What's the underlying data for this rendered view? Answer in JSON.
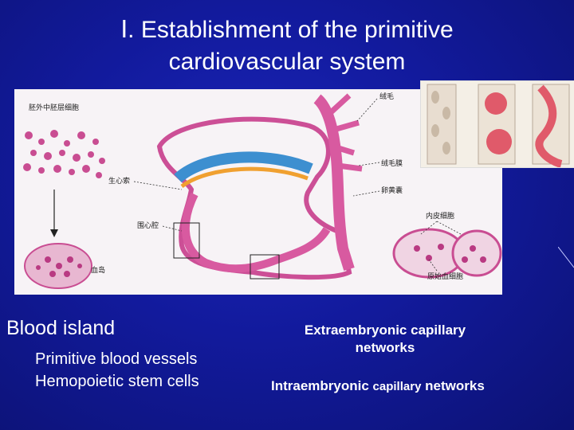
{
  "slide": {
    "title_line1": "Ⅰ. Establishment of the primitive",
    "title_line2": "cardiovascular system"
  },
  "figure": {
    "labels": {
      "extraembryonic_mesoderm_cells": "胚外中胚层细胞",
      "cardiogenic_cord": "生心索",
      "pericardial_cavity": "围心腔",
      "blood_island": "血岛",
      "villi": "绒毛",
      "chorion": "绒毛膜",
      "yolk_sac": "卵黄囊",
      "endothelial_cells": "内皮细胞",
      "primitive_blood_cells": "原始血细胞"
    }
  },
  "text": {
    "blood_island": "Blood island",
    "primitive_vessels": "Primitive blood vessels",
    "stem_cells": "Hemopoietic stem cells",
    "extra_line1": "Extraembryonic capillary",
    "extra_line2": "networks",
    "intra_a": "Intraembryonic ",
    "intra_b": "capillary",
    "intra_c": " networks"
  },
  "colors": {
    "background": "#121a9c",
    "tissue_pink": "#d85aa0",
    "ectoderm_blue": "#3d8fd0",
    "endoderm_orange": "#f0a030"
  }
}
